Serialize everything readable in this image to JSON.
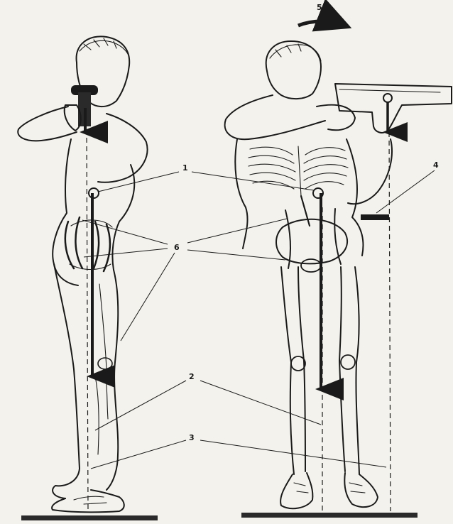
{
  "labels": {
    "l1": "1",
    "l2": "2",
    "l3": "3",
    "l4": "4",
    "l5": "5",
    "l6": "6"
  },
  "colors": {
    "ink": "#1a1a1a",
    "paper": "#f3f2ec"
  }
}
